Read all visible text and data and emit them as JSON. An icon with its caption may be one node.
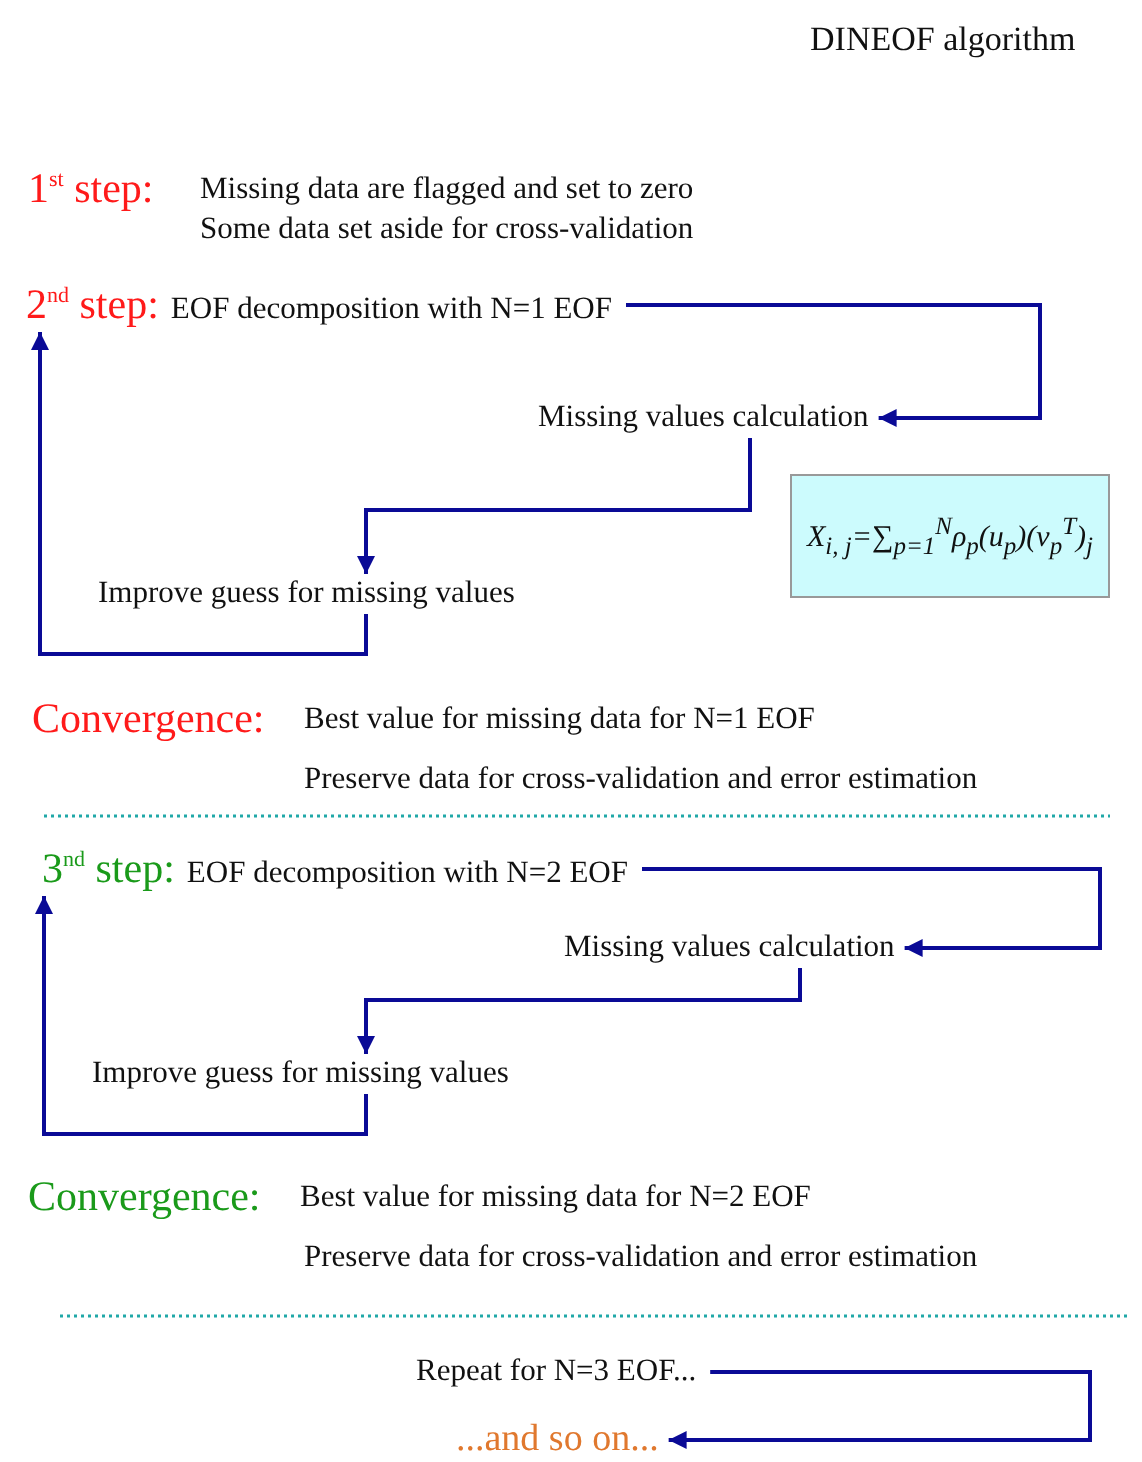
{
  "diagram": {
    "title": "DINEOF algorithm",
    "nodes": [
      {
        "text": [
          "2$^{nd}$ step:",
          "EOF decomposition with N=1 EOF"
        ]
      },
      {
        "text": [
          "Missing values calculation"
        ]
      },
      {
        "text": [
          "X$_{i, j}$=∑$_{p=1}$$^{N}$ρ$_{p}$(u$_{p}$)(v$_{p}$$^{T}$)$_{j}$"
        ]
      },
      {
        "text": [
          "Improve guess for missing values"
        ]
      },
      {
        "text": [
          "3$^{nd}$ step:",
          "EOF decomposition with N=2 EOF"
        ]
      },
      {
        "text": [
          "Missing values calculation"
        ]
      },
      {
        "text": [
          "Improve guess for missing values"
        ]
      },
      {
        "text": [
          "Repeat for N=3 EOF..."
        ]
      },
      {
        "text": [
          "...and so on..."
        ]
      }
    ],
    "edges": [
      {
        "from": 0,
        "to": 1,
        "arrow": "to"
      },
      {
        "from": 1,
        "to": 3,
        "arrow": "to"
      },
      {
        "from": 3,
        "to": 0,
        "arrow": "to"
      },
      {
        "from": 4,
        "to": 5,
        "arrow": "to"
      },
      {
        "from": 5,
        "to": 6,
        "arrow": "to"
      },
      {
        "from": 6,
        "to": 4,
        "arrow": "to"
      },
      {
        "from": 7,
        "to": 8,
        "arrow": "to"
      }
    ],
    "labels": [
      "1$^{st}$ step:",
      "Missing data are flagged and set to zero",
      "Some data set aside for cross-validation",
      "Convergence:",
      "Best value for missing data for N=1 EOF",
      "Preserve data for cross-validation and error estimation",
      "Convergence:",
      "Best value for missing data for N=2 EOF",
      "Preserve data for cross-validation and error estimation"
    ]
  }
}
